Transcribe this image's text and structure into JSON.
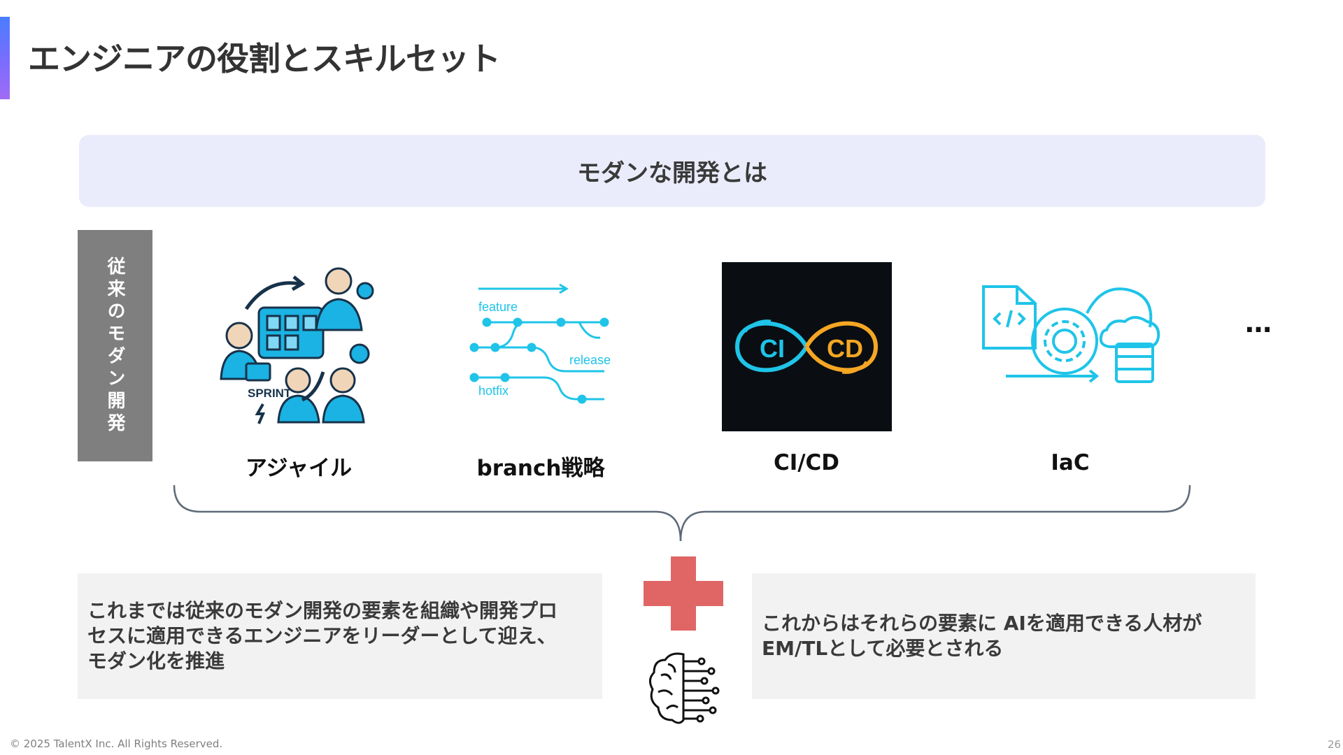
{
  "slide": {
    "title": "エンジニアの役割とスキルセット",
    "header": "モダンな開発とは",
    "side_label": "従来のモダン開発",
    "items": [
      {
        "label": "アジャイル",
        "icon": "agile-team-icon",
        "icon_text": "SPRINT"
      },
      {
        "label": "branch戦略",
        "icon": "git-branch-icon",
        "branches": [
          "feature",
          "release",
          "hotfix"
        ]
      },
      {
        "label": "CI/CD",
        "icon": "ci-cd-infinity-icon",
        "left": "CI",
        "right": "CD"
      },
      {
        "label": "IaC",
        "icon": "infrastructure-as-code-icon"
      }
    ],
    "more": "…",
    "left_text": "これまでは従来のモダン開発の要素を組織や開発プロセスに適用できるエンジニアをリーダーとして迎え、モダン化を推進",
    "right_text": "これからはそれらの要素に AIを適用できる人材がEM/TLとして必要とされる"
  },
  "footer": {
    "copyright": "© 2025 TalentX Inc. All Rights Reserved.",
    "page_number": "26"
  },
  "colors": {
    "accent": "#5b6cff",
    "header_bg": "#ebecfb",
    "side_label_bg": "#7f7f7f",
    "plus": "#e06666",
    "cyan": "#1fc4e8",
    "ci_cd_orange": "#f5a623",
    "box_bg": "#f2f2f2"
  }
}
